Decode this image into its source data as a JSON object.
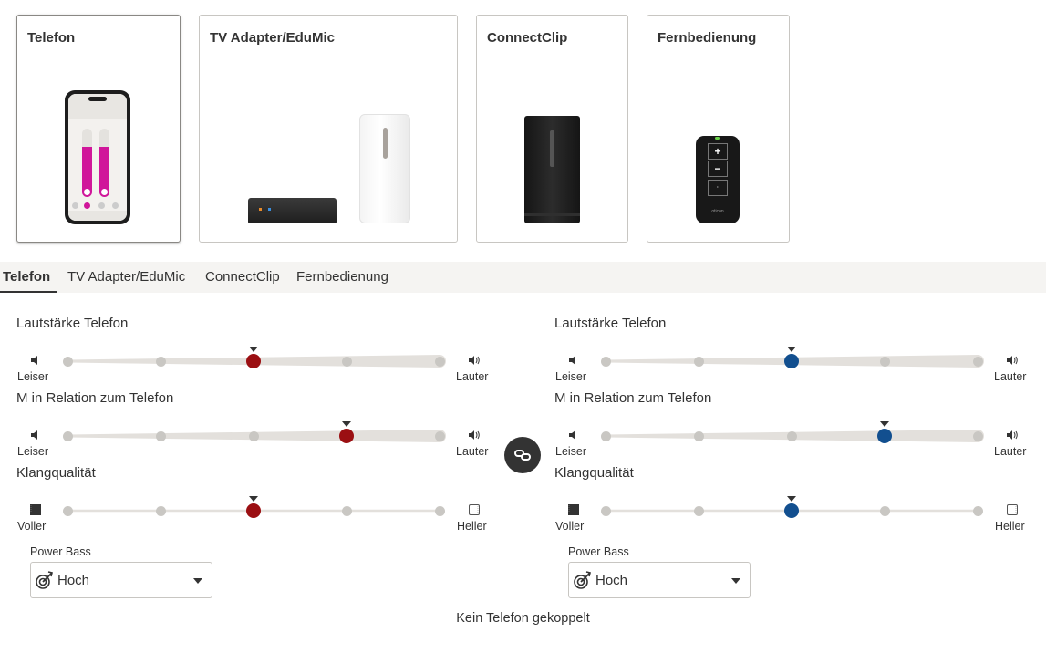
{
  "device_cards": [
    {
      "title": "Telefon",
      "selected": true,
      "image": "smartphone-app"
    },
    {
      "title": "TV Adapter/EduMic",
      "selected": false,
      "image": "tv-adapter-and-edumic"
    },
    {
      "title": "ConnectClip",
      "selected": false,
      "image": "connectclip"
    },
    {
      "title": "Fernbedienung",
      "selected": false,
      "image": "remote-control"
    }
  ],
  "phone_illustration": {
    "screen_title": "General",
    "brand_color": "#d0169a"
  },
  "remote_illustration": {
    "brand": "oticon",
    "plus": "+",
    "minus": "−"
  },
  "tabs": [
    {
      "label": "Telefon",
      "active": true
    },
    {
      "label": "TV Adapter/EduMic",
      "active": false
    },
    {
      "label": "ConnectClip",
      "active": false
    },
    {
      "label": "Fernbedienung",
      "active": false
    }
  ],
  "sides": [
    {
      "side": "left",
      "accent_color": "#9b0f12",
      "sliders": [
        {
          "label": "Lautstärke Telefon",
          "steps": 5,
          "value_index": 2,
          "default_index": 2,
          "min_label": "Leiser",
          "max_label": "Lauter",
          "min_icon": "speaker-low-icon",
          "max_icon": "speaker-high-icon",
          "tapered": true
        },
        {
          "label": "M in Relation zum Telefon",
          "steps": 5,
          "value_index": 3,
          "default_index": 3,
          "min_label": "Leiser",
          "max_label": "Lauter",
          "min_icon": "speaker-low-icon",
          "max_icon": "speaker-high-icon",
          "tapered": true
        },
        {
          "label": "Klangqualität",
          "steps": 5,
          "value_index": 2,
          "default_index": 2,
          "min_label": "Voller",
          "max_label": "Heller",
          "min_icon": "fuller-sound-icon",
          "max_icon": "brighter-sound-icon",
          "tapered": false
        }
      ],
      "power_bass": {
        "label": "Power Bass",
        "value": "Hoch"
      }
    },
    {
      "side": "right",
      "accent_color": "#124f8f",
      "sliders": [
        {
          "label": "Lautstärke Telefon",
          "steps": 5,
          "value_index": 2,
          "default_index": 2,
          "min_label": "Leiser",
          "max_label": "Lauter",
          "min_icon": "speaker-low-icon",
          "max_icon": "speaker-high-icon",
          "tapered": true
        },
        {
          "label": "M in Relation zum Telefon",
          "steps": 5,
          "value_index": 3,
          "default_index": 3,
          "min_label": "Leiser",
          "max_label": "Lauter",
          "min_icon": "speaker-low-icon",
          "max_icon": "speaker-high-icon",
          "tapered": true
        },
        {
          "label": "Klangqualität",
          "steps": 5,
          "value_index": 2,
          "default_index": 2,
          "min_label": "Voller",
          "max_label": "Heller",
          "min_icon": "fuller-sound-icon",
          "max_icon": "brighter-sound-icon",
          "tapered": false
        }
      ],
      "power_bass": {
        "label": "Power Bass",
        "value": "Hoch"
      }
    }
  ],
  "link_button": {
    "icon": "link-icon",
    "linked": true
  },
  "status_text": "Kein Telefon gekoppelt",
  "colors": {
    "track": "#e3e0dc",
    "step_dot": "#c9c7c3",
    "tab_bar_bg": "#f5f4f2",
    "text": "#333333"
  }
}
